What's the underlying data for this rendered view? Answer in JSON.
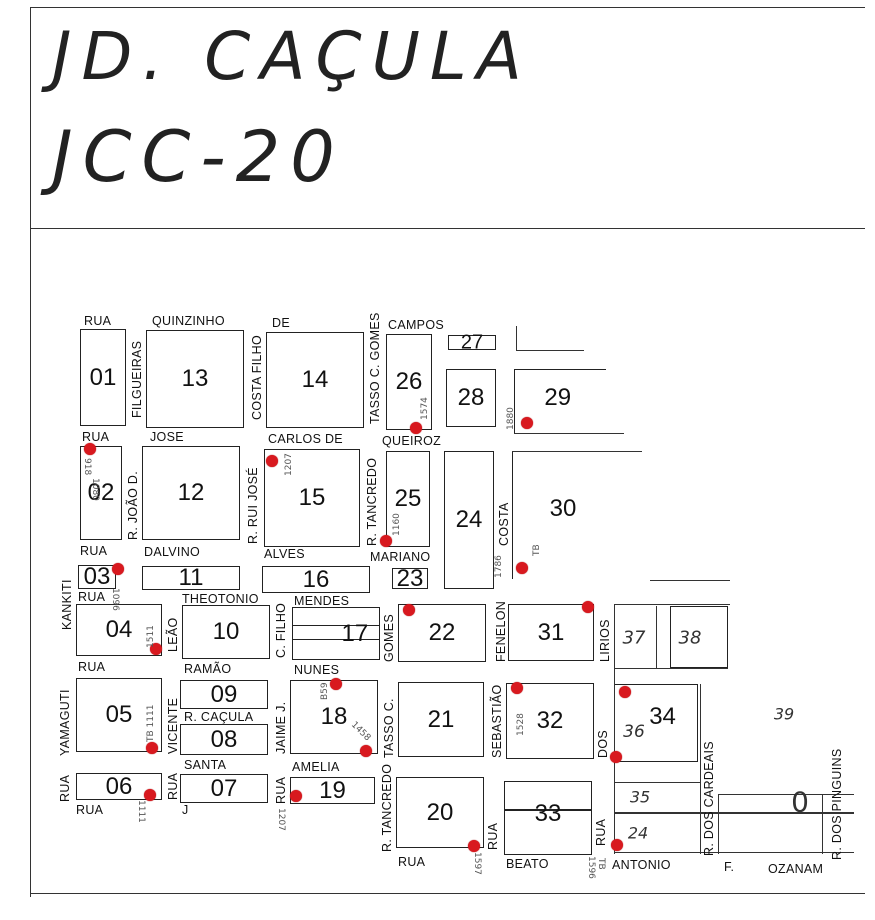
{
  "title": {
    "line1": "JD. CAÇULA",
    "line2": "JCC-20"
  },
  "colors": {
    "marker": "#d8191f",
    "ink": "#222222"
  },
  "blocks": [
    {
      "id": "b01",
      "label": "01"
    },
    {
      "id": "b02",
      "label": "02"
    },
    {
      "id": "b03",
      "label": "03"
    },
    {
      "id": "b04",
      "label": "04"
    },
    {
      "id": "b05",
      "label": "05"
    },
    {
      "id": "b06",
      "label": "06"
    },
    {
      "id": "b07",
      "label": "07"
    },
    {
      "id": "b08",
      "label": "08"
    },
    {
      "id": "b09",
      "label": "09"
    },
    {
      "id": "b10",
      "label": "10"
    },
    {
      "id": "b11",
      "label": "11"
    },
    {
      "id": "b12",
      "label": "12"
    },
    {
      "id": "b13",
      "label": "13"
    },
    {
      "id": "b14",
      "label": "14"
    },
    {
      "id": "b15",
      "label": "15"
    },
    {
      "id": "b16",
      "label": "16"
    },
    {
      "id": "b17",
      "label": "17"
    },
    {
      "id": "b18",
      "label": "18"
    },
    {
      "id": "b19",
      "label": "19"
    },
    {
      "id": "b20",
      "label": "20"
    },
    {
      "id": "b21",
      "label": "21"
    },
    {
      "id": "b22",
      "label": "22"
    },
    {
      "id": "b23",
      "label": "23"
    },
    {
      "id": "b24",
      "label": "24"
    },
    {
      "id": "b25",
      "label": "25"
    },
    {
      "id": "b26",
      "label": "26"
    },
    {
      "id": "b27",
      "label": "27"
    },
    {
      "id": "b28",
      "label": "28"
    },
    {
      "id": "b29",
      "label": "29"
    },
    {
      "id": "b30",
      "label": "30"
    },
    {
      "id": "b31",
      "label": "31"
    },
    {
      "id": "b32",
      "label": "32"
    },
    {
      "id": "b33",
      "label": "33"
    },
    {
      "id": "b34",
      "label": "34"
    }
  ],
  "handwritten_blocks": {
    "b35": "35",
    "b36": "36",
    "b37": "37",
    "b38": "38",
    "b39": "39",
    "b24h": "24"
  },
  "streets": {
    "rua_01": "RUA",
    "quinzinho": "QUINZINHO",
    "de_top": "DE",
    "campos": "CAMPOS",
    "filgueiras": "FILGUEIRAS",
    "costa_filho": "COSTA FILHO",
    "tasso_gomes_top": "TASSO C. GOMES",
    "rua_02": "RUA",
    "jose": "JOSE",
    "carlos_de": "CARLOS     DE",
    "queiroz": "QUEIROZ",
    "joao_d": "R. JOÃO  D.",
    "rui_jose": "R. RUI JOSÉ",
    "tancredo_top": "R. TANCREDO",
    "costa_30": "COSTA",
    "rua_03": "RUA",
    "dalvino": "DALVINO",
    "alves": "ALVES",
    "mariano": "MARIANO",
    "kankiti": "KANKITI",
    "rua_04": "RUA",
    "theotonio": "THEOTONIO",
    "mendes": "MENDES",
    "leao": "LEÃO",
    "c_filho": "C. FILHO",
    "gomes_22": "GOMES",
    "fenelon": "FENELON",
    "lirios": "LIRIOS",
    "rua_05": "RUA",
    "ramao": "RAMÃO",
    "nunes": "NUNES",
    "yamaguti": "YAMAGUTI",
    "vicente": "VICENTE",
    "r_cacula": "R. CAÇULA",
    "jaime_j": "JAIME J.",
    "tasso_c_mid": "TASSO C.",
    "sebastiao": "SEBASTIÃO",
    "dos_34": "DOS",
    "dos_cardeais": "R. DOS CARDEAIS",
    "dos_pinguins": "R. DOS PINGUINS",
    "rua_06v": "RUA",
    "rua_07v": "RUA",
    "santa": "SANTA",
    "amelia": "AMELIA",
    "rua_19v": "RUA",
    "rua_06b": "RUA",
    "j_07": "J",
    "tancredo_bot": "R. TANCREDO",
    "rua_33v": "RUA",
    "rua_34v": "RUA",
    "rua_bottom": "RUA",
    "beato": "BEATO",
    "antonio": "ANTONIO",
    "f_ozanam_f": "F.",
    "ozanam": "OZANAM"
  },
  "notes": {
    "n_26": "1574",
    "n_29": "1880",
    "n_02a": "1080",
    "n_02b": "918",
    "n_15": "1207",
    "n_25": "1160",
    "n_30": "1786",
    "n_30b": "TB",
    "n_03": "1096",
    "n_04": "1511",
    "n_05": "TB 1111",
    "n_06": "1111",
    "n_18a": "B59",
    "n_18b": "1458",
    "n_19": "1207",
    "n_20": "1597",
    "n_32": "1528",
    "n_33": "1596",
    "n_33b": "TB"
  }
}
